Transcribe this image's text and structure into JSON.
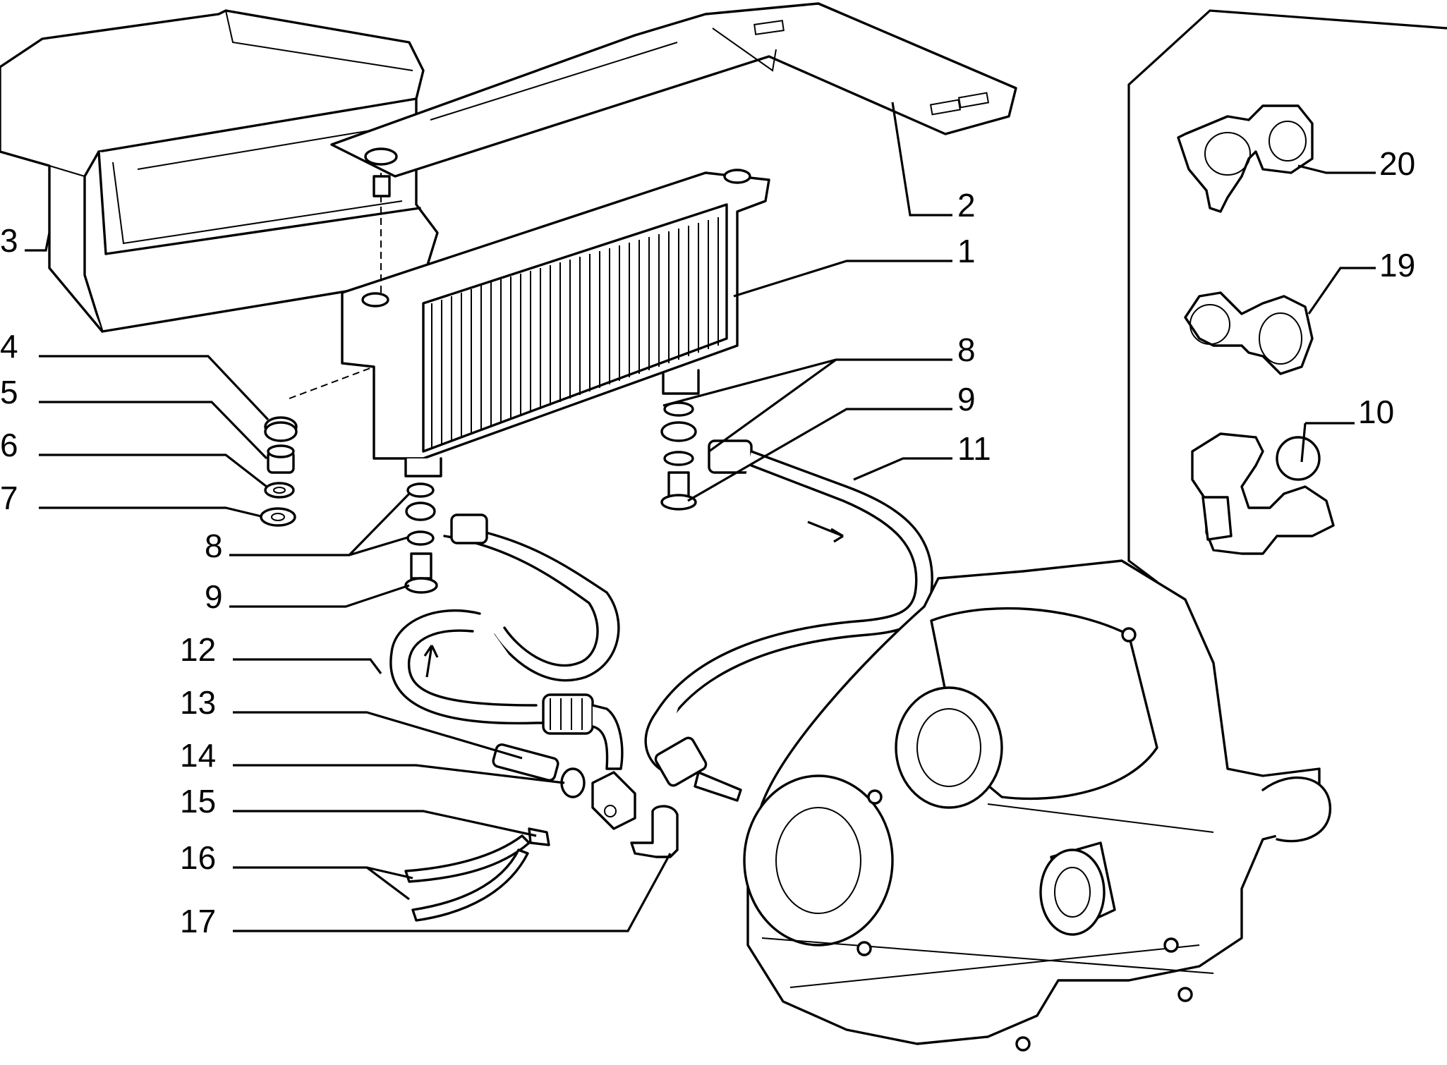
{
  "callouts": {
    "c1": "1",
    "c2": "2",
    "c3": "3",
    "c4": "4",
    "c5": "5",
    "c6": "6",
    "c7": "7",
    "c8a": "8",
    "c8b": "8",
    "c9a": "9",
    "c9b": "9",
    "c10": "10",
    "c11": "11",
    "c12": "12",
    "c13": "13",
    "c14": "14",
    "c15": "15",
    "c16": "16",
    "c17": "17",
    "c19": "19",
    "c20": "20"
  }
}
